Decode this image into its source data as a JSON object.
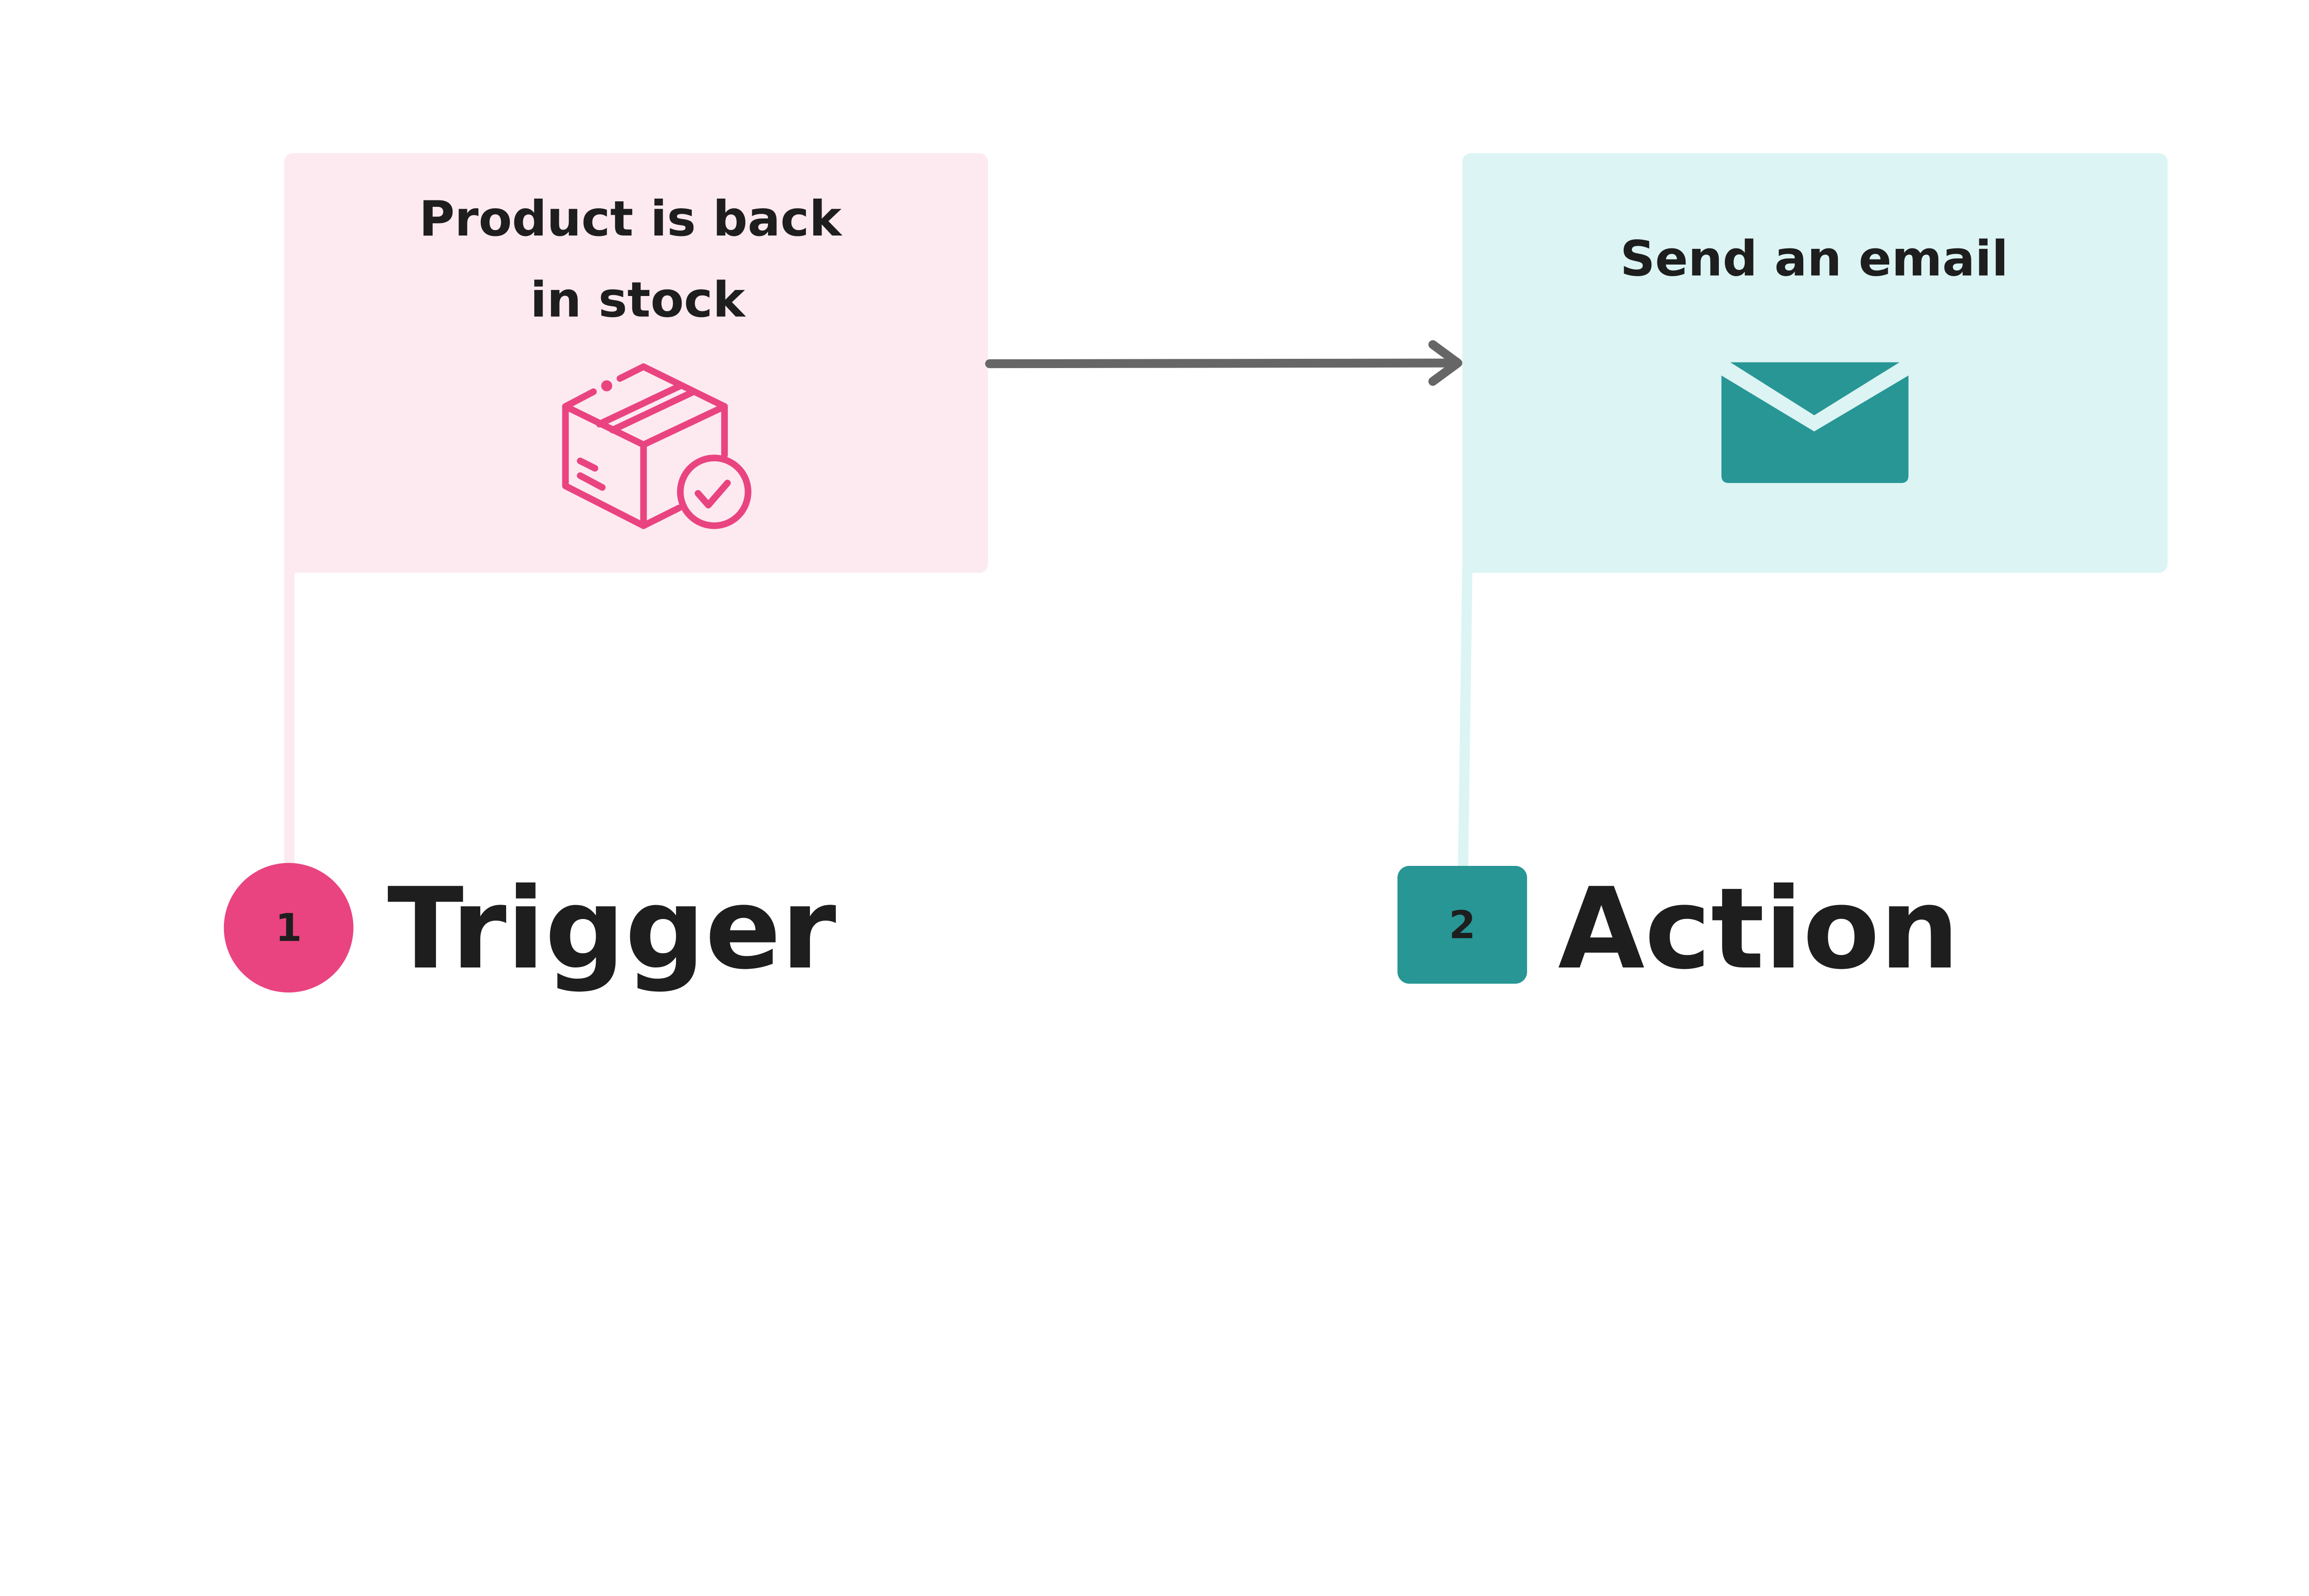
{
  "trigger": {
    "step_number": "1",
    "label": "Trigger",
    "card_title_line1": "Product is back",
    "card_title_line2": "in stock",
    "icon": "package-check-icon",
    "card_color": "#fdeaf0",
    "accent_color": "#e94480"
  },
  "action": {
    "step_number": "2",
    "label": "Action",
    "card_title": "Send an email",
    "icon": "envelope-icon",
    "card_color": "#dcf4f4",
    "accent_color": "#279695"
  },
  "connector": {
    "icon": "arrow-right-icon",
    "color": "#666666"
  }
}
